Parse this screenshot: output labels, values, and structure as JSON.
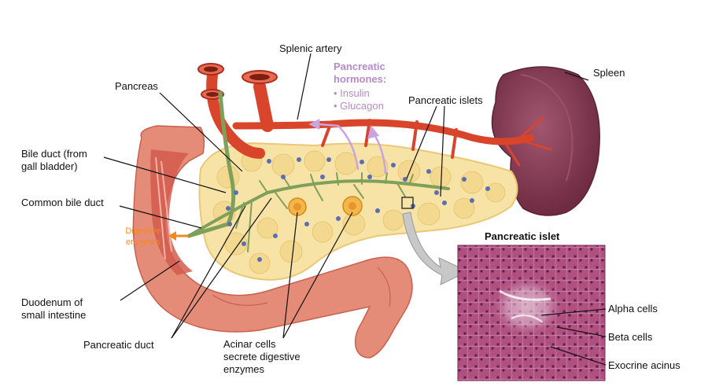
{
  "labels": {
    "splenic_artery": "Splenic artery",
    "hormones_title_1": "Pancreatic",
    "hormones_title_2": "hormones:",
    "hormone_1": "• Insulin",
    "hormone_2": "• Glucagon",
    "spleen": "Spleen",
    "pancreas": "Pancreas",
    "pancreatic_islets": "Pancreatic islets",
    "bile_duct_1": "Bile duct (from",
    "bile_duct_2": "gall bladder)",
    "common_bile_duct": "Common bile duct",
    "digestive_enzymes_1": "Digestive",
    "digestive_enzymes_2": "enzymes",
    "duodenum_1": "Duodenum of",
    "duodenum_2": "small intestine",
    "pancreatic_duct": "Pancreatic duct",
    "acinar_1": "Acinar cells",
    "acinar_2": "secrete digestive",
    "acinar_3": "enzymes",
    "inset_title": "Pancreatic islet",
    "alpha_cells": "Alpha cells",
    "beta_cells": "Beta cells",
    "exocrine_acinus": "Exocrine acinus"
  },
  "colors": {
    "artery": "#d9452b",
    "artery_dark": "#a8301c",
    "pancreas": "#f7e3a6",
    "pancreas_edge": "#e9c877",
    "duct": "#7fa05a",
    "duodenum": "#e58c79",
    "duodenum_inner": "#d45a4e",
    "spleen": "#8a3d55",
    "islet": "#5a6fb3",
    "hormone_arrow": "#c9a4e0",
    "enzyme_arrow": "#f08a1e",
    "tissue": "#a5487a"
  }
}
